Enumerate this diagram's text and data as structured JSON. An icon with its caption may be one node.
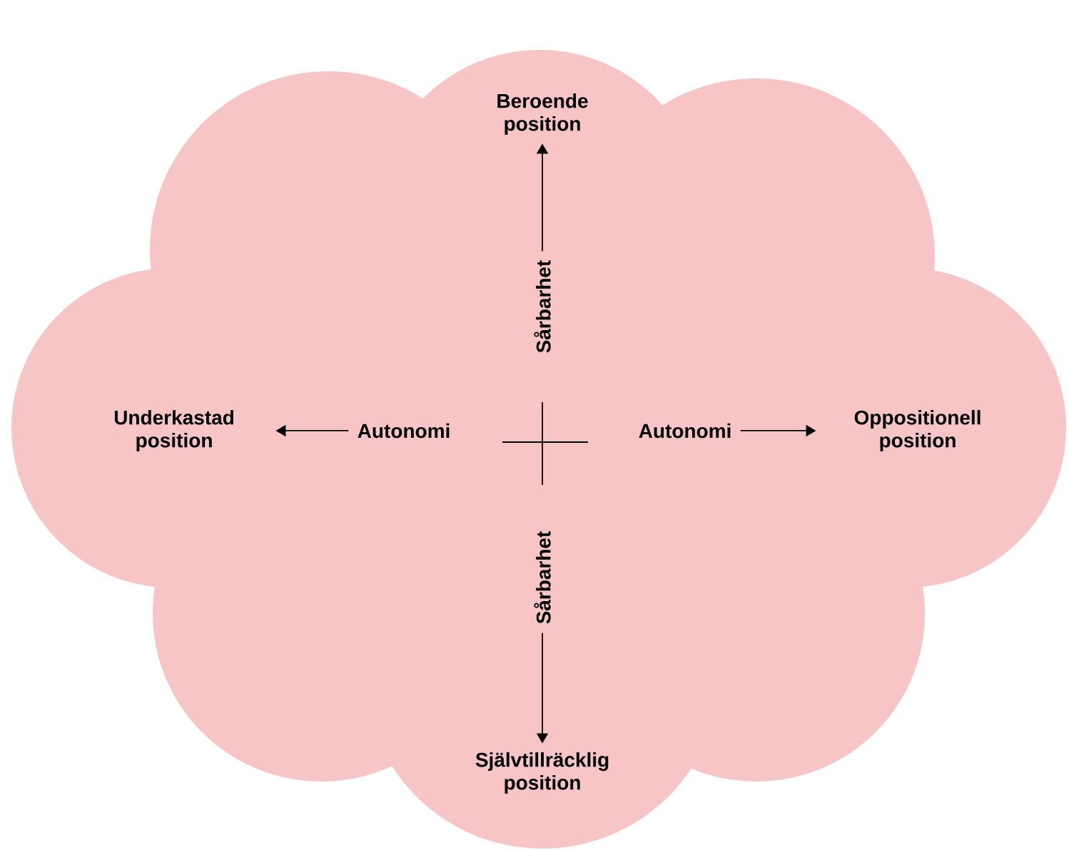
{
  "diagram": {
    "nodes": [
      {
        "text": [],
        "shape": "cloud"
      },
      {
        "text": [
          "Beroende position"
        ],
        "in": 0
      },
      {
        "text": [
          "Sårbarhet"
        ],
        "in": 0
      },
      {
        "text": [
          "Underkastad position"
        ],
        "in": 0
      },
      {
        "text": [
          "Autonomi"
        ],
        "in": 0
      },
      {
        "text": [
          "Autonomi"
        ],
        "in": 0
      },
      {
        "text": [
          "Oppositionell position"
        ],
        "in": 0
      },
      {
        "text": [
          "Sårbarhet"
        ],
        "in": 0
      },
      {
        "text": [
          "Självtillräcklig position"
        ],
        "in": 0
      }
    ],
    "edges": [
      {
        "from": 2,
        "to": 1,
        "arrow": "to"
      },
      {
        "from": 4,
        "to": 3,
        "arrow": "to"
      },
      {
        "from": 5,
        "to": 6,
        "arrow": "to"
      },
      {
        "from": 7,
        "to": 8,
        "arrow": "to"
      }
    ]
  }
}
